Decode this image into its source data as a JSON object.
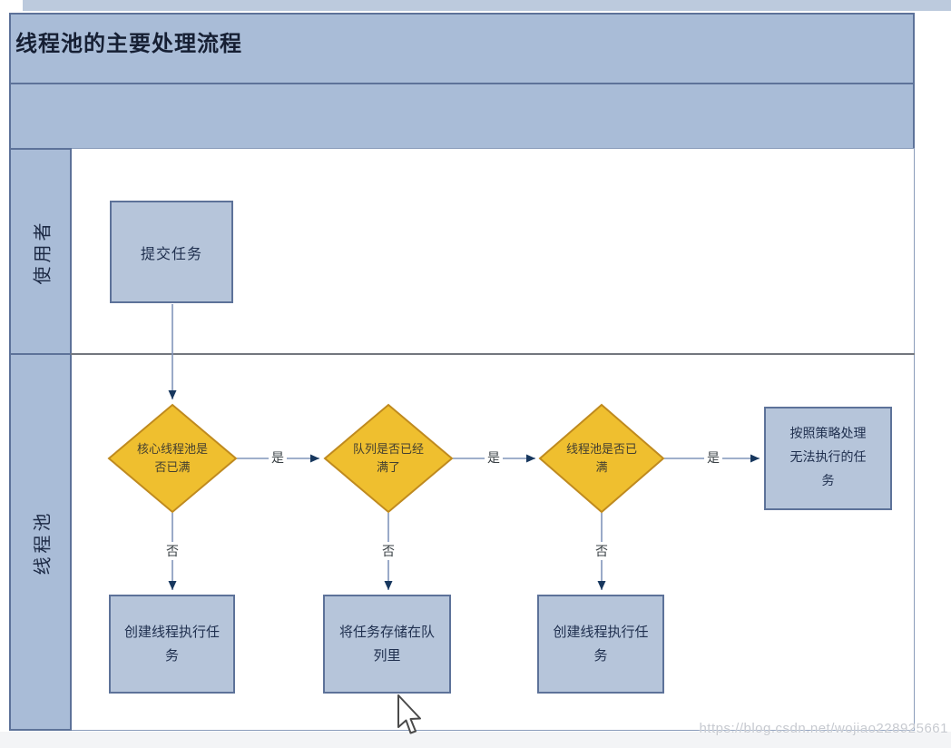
{
  "diagram": {
    "title": "线程池的主要处理流程",
    "lanes": [
      {
        "label": "使用者"
      },
      {
        "label": "线程池"
      }
    ],
    "nodes": {
      "submit": {
        "type": "process",
        "label": "提交任务"
      },
      "core_full": {
        "type": "decision",
        "label": "核心线程池是否已满"
      },
      "queue_full": {
        "type": "decision",
        "label": "队列是否已经满了"
      },
      "pool_full": {
        "type": "decision",
        "label": "线程池是否已满"
      },
      "policy": {
        "type": "process",
        "label": "按照策略处理无法执行的任务"
      },
      "create_thread_1": {
        "type": "process",
        "label": "创建线程执行任务"
      },
      "store_queue": {
        "type": "process",
        "label": "将任务存储在队列里"
      },
      "create_thread_2": {
        "type": "process",
        "label": "创建线程执行任务"
      }
    },
    "edge_labels": {
      "yes": "是",
      "no": "否"
    },
    "colors": {
      "band_fill": "#a9bcd7",
      "band_border": "#5d7299",
      "box_fill": "#b6c5da",
      "box_border": "#5d7299",
      "diamond_fill": "#efbf2f",
      "diamond_border": "#bf8a1f",
      "arrow_line": "#8095ba",
      "arrow_head": "#17375e"
    }
  },
  "watermark": "https://blog.csdn.net/wojiao228925661"
}
